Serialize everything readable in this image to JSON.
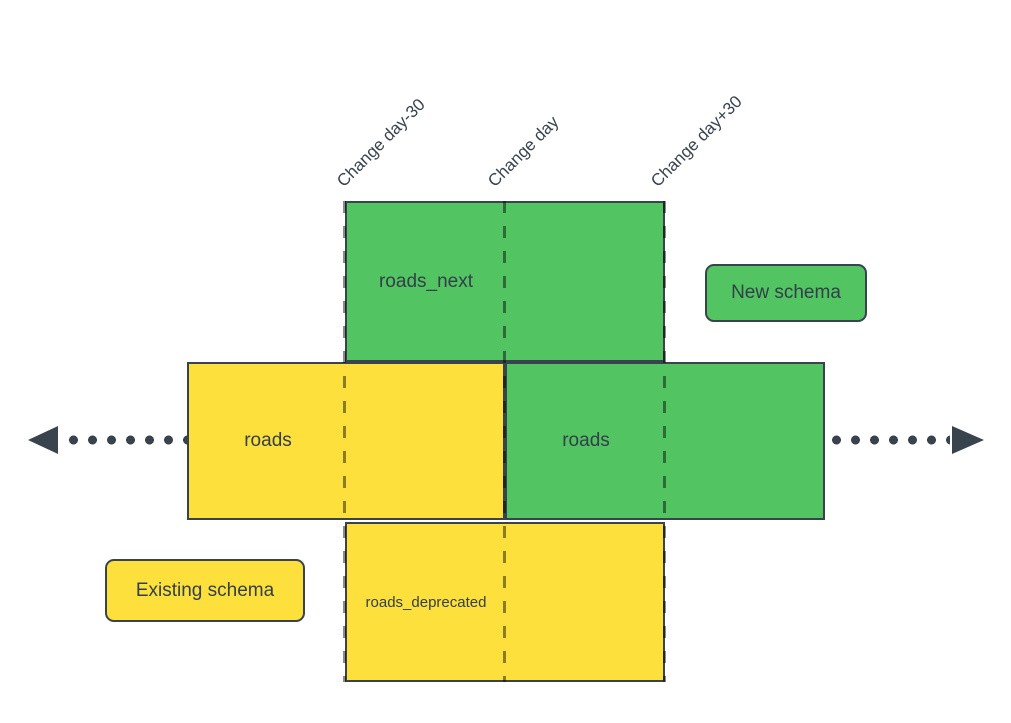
{
  "colors": {
    "green": "#52c462",
    "yellow": "#fde03c",
    "ink": "#39434e",
    "dash": "rgba(0,0,0,0.45)"
  },
  "timeline": {
    "labels": [
      {
        "text": "Change day-30"
      },
      {
        "text": "Change day"
      },
      {
        "text": "Change day+30"
      }
    ],
    "axis_style": "dotted",
    "arrow_direction": "both"
  },
  "boxes": [
    {
      "id": "roads_next",
      "label": "roads_next",
      "schema": "new"
    },
    {
      "id": "roads_existing",
      "label": "roads",
      "schema": "existing"
    },
    {
      "id": "roads_new",
      "label": "roads",
      "schema": "new"
    },
    {
      "id": "roads_deprecated",
      "label": "roads_deprecated",
      "schema": "existing"
    }
  ],
  "legend": {
    "new_schema": "New schema",
    "existing_schema": "Existing schema"
  }
}
